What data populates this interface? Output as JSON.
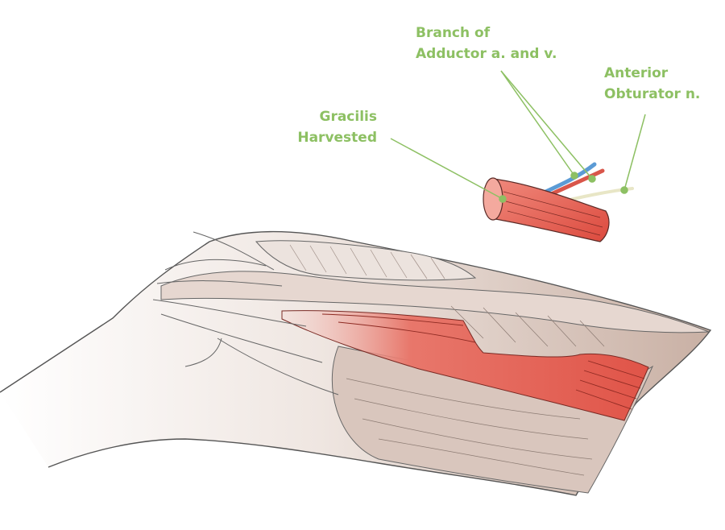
{
  "colors": {
    "label": "#8dc063",
    "muscle": "#e0574a",
    "artery": "#d9564a",
    "vein": "#5b9bd5",
    "nerve": "#f3f3dc",
    "fascia": "#c9b3a8",
    "outline": "#555555"
  },
  "labels": {
    "branch": {
      "line1": "Branch of",
      "line2": "Adductor a. and v."
    },
    "obturator": {
      "line1": "Anterior",
      "line2": "Obturator n."
    },
    "gracilis": {
      "line1": "Gracilis",
      "line2": "Harvested"
    }
  }
}
